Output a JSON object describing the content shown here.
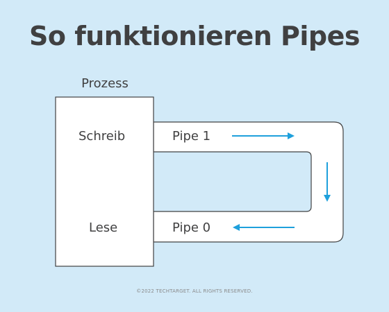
{
  "title": "So funktionieren Pipes",
  "process": {
    "label": "Prozess",
    "write_label": "Schreib",
    "read_label": "Lese"
  },
  "pipes": [
    {
      "label": "Pipe 1",
      "direction": "right"
    },
    {
      "label": "Pipe 0",
      "direction": "left"
    }
  ],
  "connector_arrow_direction": "down",
  "footer": "©2022 TECHTARGET. ALL RIGHTS RESERVED.",
  "colors": {
    "background": "#d2eaf8",
    "box_fill": "#ffffff",
    "stroke": "#404041",
    "arrow": "#1ea0dc",
    "text": "#404041"
  }
}
